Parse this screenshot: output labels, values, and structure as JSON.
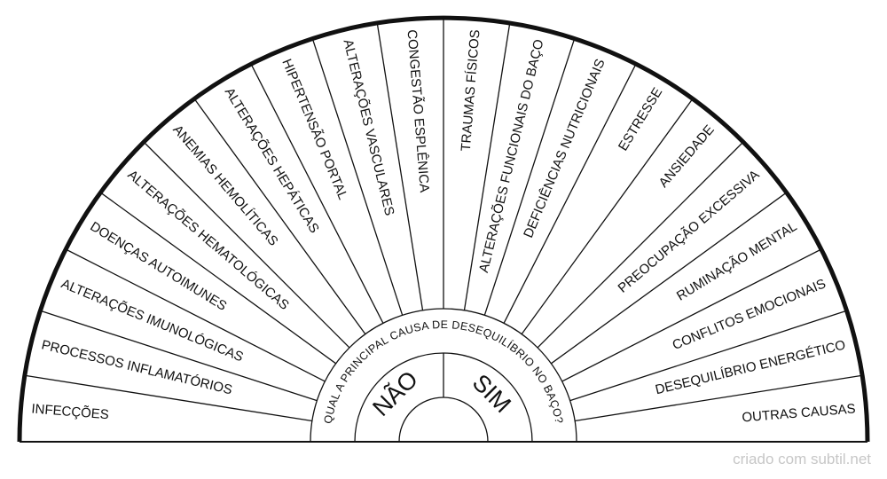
{
  "segments": [
    "INFECÇÕES",
    "PROCESSOS INFLAMATÓRIOS",
    "ALTERAÇÕES IMUNOLÓGICAS",
    "DOENÇAS AUTOIMUNES",
    "ALTERAÇÕES HEMATOLÓGICAS",
    "ANEMIAS HEMOLÍTICAS",
    "ALTERAÇÕES HEPÁTICAS",
    "HIPERTENSÃO PORTAL",
    "ALTERAÇÕES VASCULARES",
    "CONGESTÃO ESPLÊNICA",
    "TRAUMAS FÍSICOS",
    "ALTERAÇÕES FUNCIONAIS DO BAÇO",
    "DEFICIÊNCIAS NUTRICIONAIS",
    "ESTRESSE",
    "ANSIEDADE",
    "PREOCUPAÇÃO EXCESSIVA",
    "RUMINAÇÃO MENTAL",
    "CONFLITOS EMOCIONAIS",
    "DESEQUILÍBRIO ENERGÉTICO",
    "OUTRAS CAUSAS"
  ],
  "question": "QUAL A PRINCIPAL CAUSA DE DESEQUILÍBRIO NO BAÇO?",
  "choices": {
    "left": "NÃO",
    "right": "SIM"
  },
  "credit": "criado com subtil.net",
  "colors": {
    "stroke": "#111111",
    "background": "#ffffff",
    "credit": "#c7c7c7"
  }
}
